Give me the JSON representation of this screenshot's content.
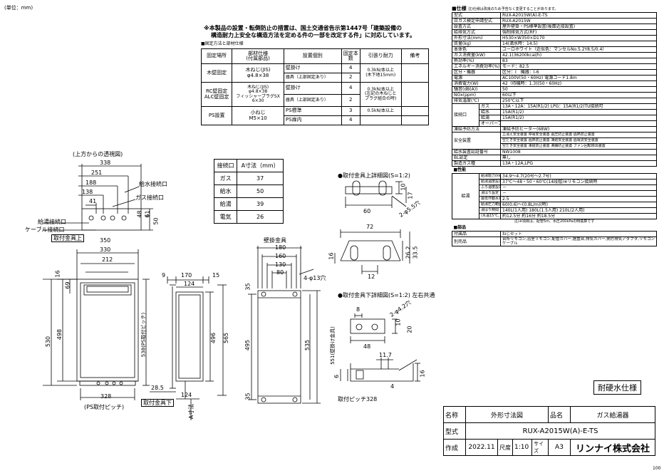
{
  "unit_label": "(単位：mm)",
  "notice": {
    "line1": "※本製品の設置・転倒防止の措置は、国土交通省告示第1447号「建築設備の",
    "line2": "構造耐力上安全な構造方法を定める件の一部を改定する件」に対応しています。",
    "sub": "■固定方法と部材仕様"
  },
  "fix_table": {
    "headers": [
      "固定場所",
      "部材仕様\n(付属部品)",
      "設置個別",
      "固定本数",
      "引張り耐力",
      "備考"
    ],
    "rows": [
      {
        "place": "木壁固定",
        "part": "木ねじ(JIS)\nφ4.8×38",
        "items": [
          "壁掛け",
          "器具（上部固定あり）"
        ],
        "counts": [
          "4",
          "2"
        ],
        "force": "0.3kN/本以上\n(木下地15mm)"
      },
      {
        "place": "RC壁固定\nALC壁固定",
        "part": "木ねじ(JIS)\nφ4.8×38\nフィッシャープラグSX\n6×30",
        "items": [
          "壁掛け",
          "器具（上部固定あり）"
        ],
        "counts": [
          "4",
          "2"
        ],
        "force": "0.3kN/本以上\n(左記の木ねじと\nプラグ組合の時)"
      },
      {
        "place": "PS設置",
        "part": "小ねじ\nM5×10",
        "items": [
          "PS標準",
          "PS扉内"
        ],
        "counts": [
          "3",
          "4"
        ],
        "force": "0.5kN/本以上"
      }
    ]
  },
  "top_view": {
    "caption": "(上方からの透視図)",
    "dims": [
      "338",
      "251",
      "188",
      "138",
      "41",
      "50",
      "48",
      "61"
    ],
    "labels": {
      "water_in": "給水接続口",
      "gas_in": "ガス接続口",
      "hot_out": "給湯接続口",
      "cable": "ケーブル接続口"
    }
  },
  "conn_table": {
    "headers": [
      "接続口",
      "A寸法（mm）"
    ],
    "rows": [
      [
        "ガス",
        "37"
      ],
      [
        "給水",
        "50"
      ],
      [
        "給湯",
        "39"
      ],
      [
        "電気",
        "26"
      ]
    ]
  },
  "front_view": {
    "bracket_label": "取付金具上",
    "bottom_bracket_label": "取付金具下",
    "dims": [
      "350",
      "330",
      "212",
      "16",
      "69",
      "530",
      "498",
      "538(PS取付ピッチ)",
      "328",
      "(PS取付ピッチ)"
    ]
  },
  "side_view": {
    "dims": [
      "9",
      "170",
      "15",
      "124",
      "496",
      "565",
      "28.5",
      "124"
    ],
    "a_label": "A寸法"
  },
  "wall_bracket": {
    "title": "壁掛金具",
    "dims": [
      "180",
      "160",
      "130",
      "80",
      "4-φ13穴",
      "495",
      "535",
      "551(壁掛け金具)",
      "35",
      "35"
    ]
  },
  "upper_bracket": {
    "title": "●取付金具上詳細図(S=1:2)",
    "dims": [
      "60",
      "10",
      "17",
      "2-φ5.5穴",
      "72",
      "16",
      "12",
      "26.2",
      "33.5"
    ]
  },
  "lower_bracket": {
    "title": "●取付金具下詳細図(S=1:2) 左右共通",
    "dims": [
      "8",
      "2-φ4.2穴",
      "48",
      "10",
      "20",
      "11.7",
      "4",
      "6",
      "16"
    ],
    "pitch_label": "取付ピッチ328"
  },
  "spec": {
    "title": "■仕様",
    "note": "注)仕様は改良のため予告なく変更することがあります。",
    "rows": [
      [
        "型式",
        "RUX-A2015W(A)-E-TS"
      ],
      [
        "日ガス検定申請型式",
        "RUX-A2015W"
      ],
      [
        "設置方式",
        "屋外壁掛・PS標準設置(後面近接設置)"
      ],
      [
        "給排気方式",
        "強制排気方式(RF)"
      ],
      [
        "外形寸法(mm)",
        "H530×W350×D170"
      ],
      [
        "質量(kg)",
        "14(満水時：14.5)"
      ],
      [
        "本体色",
        "ユーロホワイト（近似色：マンセルNo.5.2Y8.5/0.4）"
      ],
      [
        "ガス消費量(kW)",
        "42.1(36200kcal/h)"
      ],
      [
        "熱効率(%)",
        "83"
      ],
      [
        "エネルギー消費効率(%)",
        "モード：82.5"
      ],
      [
        "区分・機器",
        "区分：Ⅰ　機器：Ⅰ-6"
      ],
      [
        "電源",
        "AC100V(50・60Hz) 電源コード1.8m"
      ],
      [
        "消費電力(W)",
        "42（待機時：1.3)(50・60Hz)"
      ],
      [
        "騒音(dB(A))",
        "50"
      ],
      [
        "NOx(ppm)",
        "60以下"
      ],
      [
        "排気温度(℃)",
        "250℃以下"
      ]
    ],
    "conn_rows": [
      [
        "ガス",
        "13A・12A：15A(R1/2) LPG：15A(R1/2)TU接続可"
      ],
      [
        "給水",
        "15A(R1/2)"
      ],
      [
        "給湯",
        "15A(R1/2)"
      ],
      [
        "オーバーフロー",
        ""
      ]
    ],
    "conn_label": "接続口",
    "rows2": [
      [
        "凍結予防方法",
        "凍結予防ヒーター(68W)"
      ]
    ],
    "safety_label": "安全装置",
    "safety_lines": [
      "立消え安全装置 停電安全装置 過圧防止装置 過熱防止装置",
      "空だき安全装置 過熱防止装置 凍結安全装置 過電流安全装置",
      "空だき安全装置 凍結防止装置 沸騰防止装置 ファン回転検出装置"
    ],
    "rows3": [
      [
        "給水装置認証番号",
        "NW1008"
      ],
      [
        "BL認定",
        "無し"
      ],
      [
        "製造ガス種",
        "13A・12A,LPG"
      ]
    ],
    "perf_title": "■性能",
    "perf_label": "給湯",
    "perf_rows": [
      [
        "給湯能力(kW)",
        "34.9～4.7(20号～2.7号)"
      ],
      [
        "給湯温度設定(℃)",
        "37℃～48・50・60℃(14段階)※リモコン接続時"
      ],
      [
        "ふろ温度設定(℃)",
        "－"
      ],
      [
        "湯はり設定",
        "－"
      ],
      [
        "最低作動水量(L/分)",
        "2.5"
      ],
      [
        "給湯圧力範囲(kPa)",
        "60(0.6)～(0.8L/m)(時)"
      ],
      [
        "湯はり時間",
        "140L(1人用)  180L(1.5人用)  210L(2人用)"
      ],
      [
        "(水温15℃、ふろ設定42℃)",
        "約12.5分  約16分  約18.5分"
      ]
    ],
    "perf_note": "注)※項目は、配管5m、水圧200kPaの時換算です",
    "acc_title": "■部品",
    "acc_rows": [
      [
        "付属品",
        "ねじセット"
      ],
      [
        "別売品",
        "台所リモコン,浴室リモコン,配管カバー,据置台,排気カバー,側方排気アダプタ,リモコンケーブル"
      ]
    ]
  },
  "hard_water_label": "耐硬水仕様",
  "title_block": {
    "name_label": "名称",
    "name_value": "外形寸法図",
    "product_label": "品名",
    "product_value": "ガス給湯器",
    "model_label": "型式",
    "model_value": "RUX-A2015W(A)-E-TS",
    "made_label": "作成",
    "made_value": "2022.11",
    "scale_label": "尺度",
    "scale_value": "1:10",
    "size_label": "サイズ",
    "size_value": "A3",
    "company": "リンナイ株式会社",
    "page_no": "100"
  }
}
